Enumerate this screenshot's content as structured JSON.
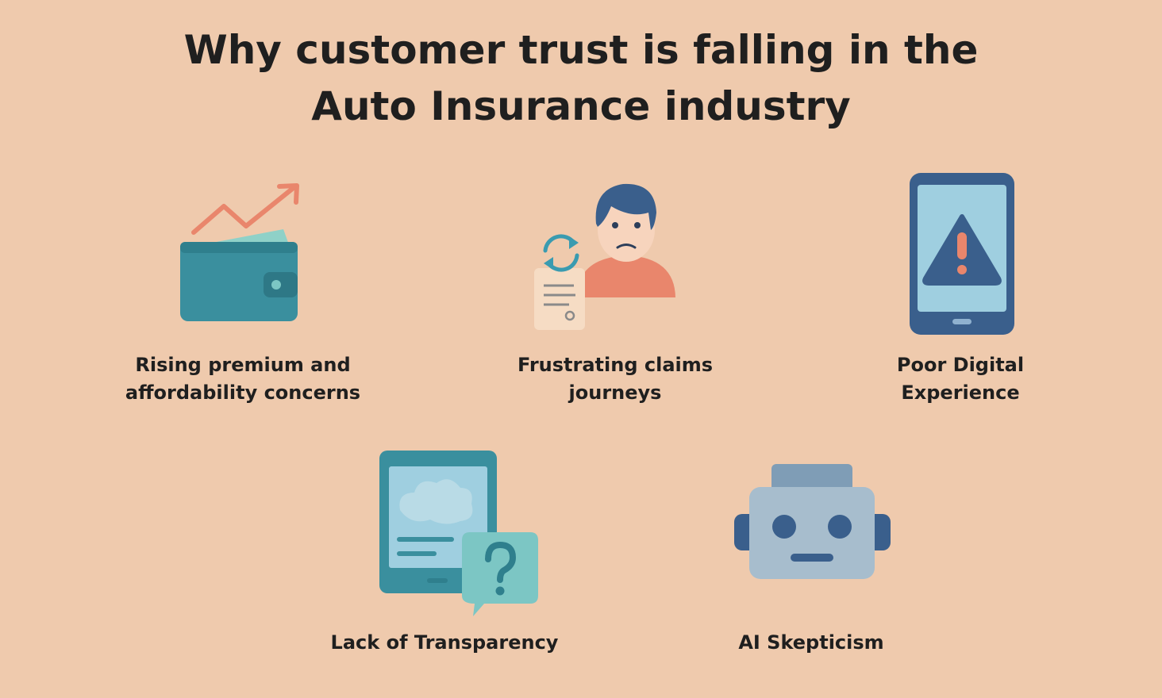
{
  "title": {
    "line1": "Why customer trust is falling in the",
    "line2": "Auto Insurance industry"
  },
  "items": [
    {
      "icon": "rising-wallet-icon",
      "label_line1": "Rising premium and",
      "label_line2": "affordability concerns"
    },
    {
      "icon": "frustrated-claimant-icon",
      "label_line1": "Frustrating claims",
      "label_line2": "journeys"
    },
    {
      "icon": "phone-warning-icon",
      "label_line1": "Poor Digital",
      "label_line2": "Experience"
    },
    {
      "icon": "tablet-question-icon",
      "label_line1": "Lack of Transparency"
    },
    {
      "icon": "robot-icon",
      "label_line1": "AI Skepticism"
    }
  ],
  "colors": {
    "background": "#efcaad",
    "teal": "#3a8f9e",
    "light_teal": "#7cc6c4",
    "navy": "#3a5f8c",
    "salmon": "#e9866c",
    "pale_blue": "#9fcfe0"
  }
}
